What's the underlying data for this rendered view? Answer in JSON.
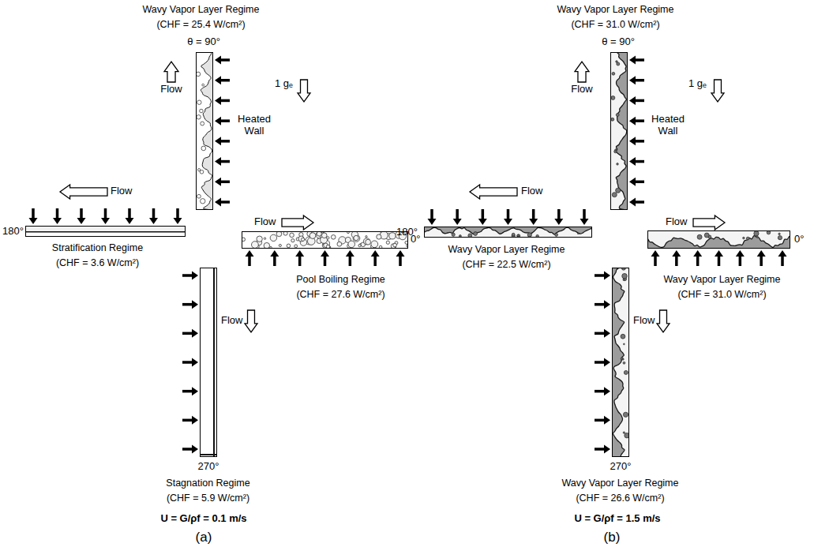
{
  "diagram": {
    "nodes": [
      {
        "text": [
          "Wavy Vapor Layer Regime",
          "(CHF = 25.4 W/cm²)"
        ]
      },
      {
        "text": [
          "Stratification Regime",
          "(CHF = 3.6 W/cm²)"
        ]
      },
      {
        "text": [
          "Pool Boiling Regime",
          "(CHF = 27.6 W/cm²)"
        ]
      },
      {
        "text": [
          "Stagnation Regime",
          "(CHF = 5.9 W/cm²)"
        ]
      },
      {
        "text": [
          "Wavy Vapor Layer Regime",
          "(CHF = 31.0 W/cm²)"
        ]
      },
      {
        "text": [
          "Wavy Vapor Layer Regime",
          "(CHF = 22.5 W/cm²)"
        ]
      },
      {
        "text": [
          "Wavy Vapor Layer Regime",
          "(CHF = 31.0 W/cm²)"
        ]
      },
      {
        "text": [
          "Wavy Vapor Layer Regime",
          "(CHF = 26.6 W/cm²)"
        ]
      }
    ],
    "labels": [
      "θ = 90°",
      "Heated Wall",
      "Flow",
      "1 gₑ",
      "180°",
      "Flow",
      "0°",
      "Flow",
      "Flow",
      "270°",
      "U = G/ρf = 0.1 m/s",
      "(a)",
      "θ = 90°",
      "Heated Wall",
      "Flow",
      "1 gₑ",
      "180°",
      "Flow",
      "0°",
      "Flow",
      "Flow",
      "270°",
      "U = G/ρf = 1.5 m/s",
      "(b)"
    ]
  }
}
